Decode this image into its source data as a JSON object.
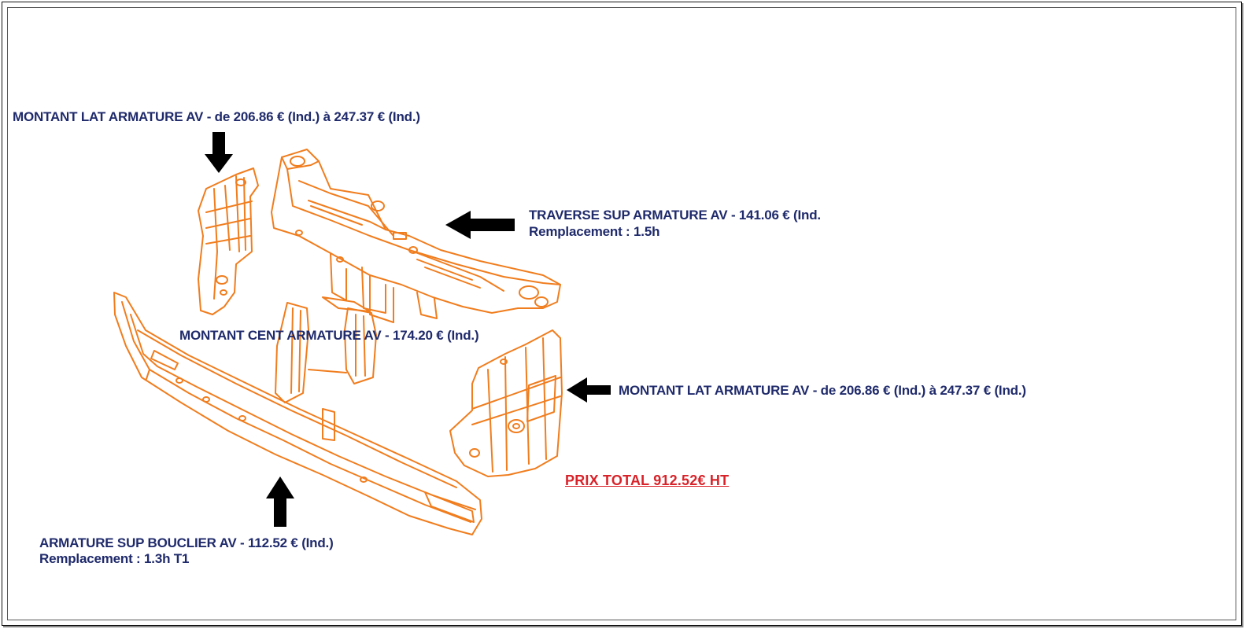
{
  "colors": {
    "label": "#1f2a6b",
    "part_stroke": "#f07d1e",
    "total": "#d8232a",
    "arrow": "#000000"
  },
  "labels": {
    "montant_lat_left": "MONTANT LAT ARMATURE AV - de 206.86 € (Ind.) à 247.37 € (Ind.)",
    "traverse_sup": "TRAVERSE SUP ARMATURE AV - 141.06 € (Ind.",
    "traverse_sup_remplacement": "Remplacement : 1.5h",
    "montant_cent": "MONTANT CENT ARMATURE AV - 174.20 € (Ind.)",
    "montant_lat_right": "MONTANT LAT ARMATURE AV - de 206.86 € (Ind.) à 247.37 € (Ind.)",
    "armature_sup_bouclier": "ARMATURE SUP BOUCLIER AV - 112.52 € (Ind.)",
    "armature_sup_bouclier_remplacement": "Remplacement : 1.3h T1"
  },
  "total": {
    "text": "PRIX TOTAL  912.52€ HT"
  },
  "icons": [
    "arrow-down-icon",
    "arrow-left-icon",
    "arrow-up-icon"
  ]
}
